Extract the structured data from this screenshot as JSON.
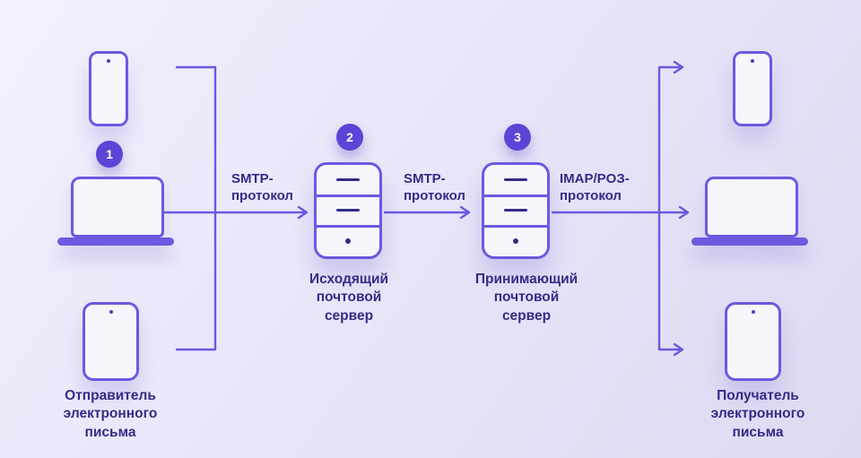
{
  "diagram": {
    "title_hint": "email delivery flow",
    "sender": {
      "badge": "1",
      "label": "Отправитель\nэлектронного\nписьма"
    },
    "outgoing_server": {
      "badge": "2",
      "label": "Исходящий\nпочтовой\nсервер"
    },
    "incoming_server": {
      "badge": "3",
      "label": "Принимающий\nпочтовой\nсервер"
    },
    "receiver": {
      "label": "Получатель\nэлектронного\nписьма"
    },
    "protocols": {
      "smtp_1": "SMTP-\nпротокол",
      "smtp_2": "SMTP-\nпротокол",
      "imap_pop": "IMAP/POЗ-\nпротокол"
    }
  },
  "colors": {
    "accent": "#6a5ae0",
    "text": "#332c87",
    "badge_background": "#5b45d6",
    "background": "#e8e6f9"
  }
}
